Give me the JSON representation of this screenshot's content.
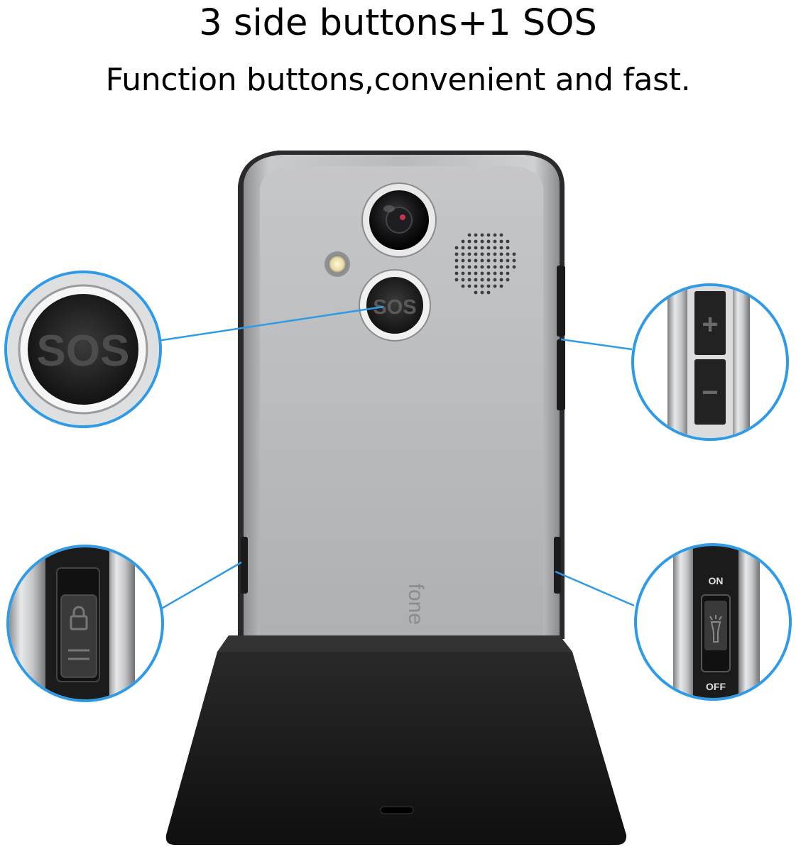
{
  "headline": "3 side buttons+1 SOS",
  "subheadline": "Function buttons,convenient and fast.",
  "phone": {
    "sos_label": "SOS",
    "brand_text": "fone"
  },
  "callouts": {
    "sos_button": {
      "label": "SOS"
    },
    "volume": {
      "plus": "+",
      "minus": "−"
    },
    "flashlight_switch": {
      "on": "ON",
      "off": "OFF"
    },
    "lock_switch": {}
  },
  "colors": {
    "callout_ring": "#2f9be6",
    "callout_line": "#2f9be6",
    "phone_body": "#b9babd",
    "dock": "#151515"
  }
}
